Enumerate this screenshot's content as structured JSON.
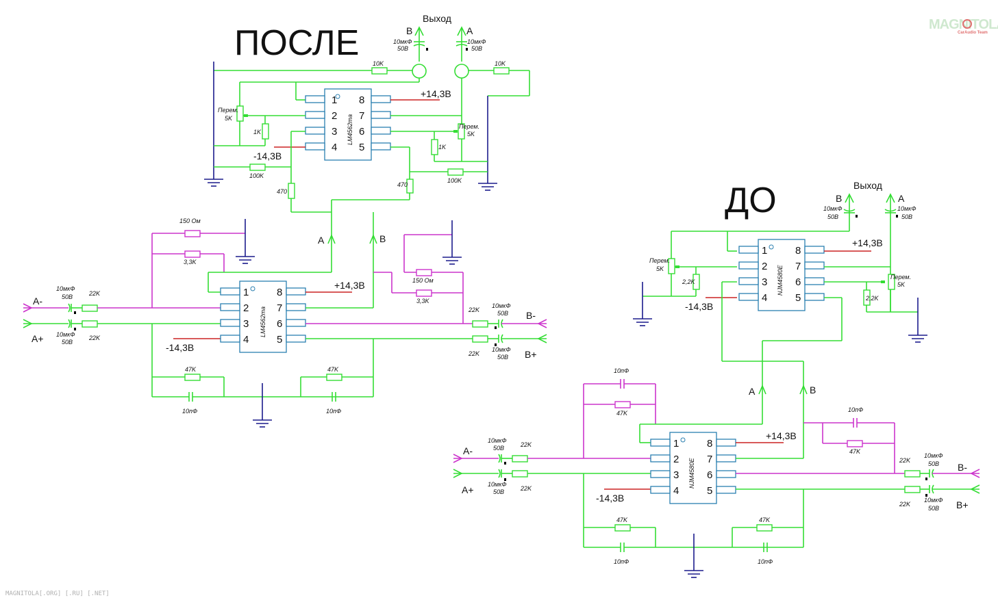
{
  "titles": {
    "after": "ПОСЛЕ",
    "before": "ДО"
  },
  "watermark": {
    "logo": "MAGNITOLA",
    "tagline": "CarAudio Team",
    "footer": "MAGNITOLA[.ORG] [.RU] [.NET]"
  },
  "after": {
    "output_label": "Выход",
    "chip_top": "LM4562ma",
    "chip_bottom": "LM4562ma",
    "out_b": "B",
    "out_a": "A",
    "out_cap_b": [
      "10мкФ",
      "50В"
    ],
    "out_cap_a": [
      "10мкФ",
      "50В"
    ],
    "r_10k_left": "10K",
    "r_10k_right": "10K",
    "pot_left": [
      "Перем.",
      "5K"
    ],
    "pot_right": [
      "Перем.",
      "5K"
    ],
    "r_1k_left": "1K",
    "r_1k_right": "1K",
    "r_100k_left": "100K",
    "r_100k_right": "100K",
    "r_470_left": "470",
    "r_470_right": "470",
    "vplus_top": "+14,3В",
    "vminus_top": "-14,3В",
    "bus_a": "A",
    "bus_b": "B",
    "r_150_left": "150 Ом",
    "r_33k_left": "3,3K",
    "r_150_right": "150 Ом",
    "r_33k_right": "3,3K",
    "in_a_minus": "A-",
    "in_a_plus": "A+",
    "in_cap_1": [
      "10мкФ",
      "50В"
    ],
    "in_cap_2": [
      "10мкФ",
      "50В"
    ],
    "r_22k_in1": "22K",
    "r_22k_in2": "22K",
    "vplus_bot": "+14,3В",
    "vminus_bot": "-14,3В",
    "r_22k_out1": "22K",
    "r_22k_out2": "22K",
    "out_cap_1": [
      "10мкФ",
      "50В"
    ],
    "out_cap_2": [
      "10мкФ",
      "50В"
    ],
    "out_b_minus": "B-",
    "out_b_plus": "B+",
    "r_47k_left": "47K",
    "r_47k_right": "47K",
    "c_10p_left": "10пФ",
    "c_10p_right": "10пФ"
  },
  "before": {
    "output_label": "Выход",
    "chip_top": "NJM4580E",
    "chip_bottom": "NJM4580E",
    "out_b": "B",
    "out_a": "A",
    "out_cap_b": [
      "10мкФ",
      "50В"
    ],
    "out_cap_a": [
      "10мкФ",
      "50В"
    ],
    "pot_left": [
      "Перем.",
      "5K"
    ],
    "pot_right": [
      "Перем.",
      "5K"
    ],
    "r_22_left": "2,2K",
    "r_22_right": "2,2K",
    "vplus_top": "+14,3В",
    "vminus_top": "-14,3В",
    "bus_a": "A",
    "bus_b": "B",
    "c_10p_top_left": "10пФ",
    "r_47k_top_left": "47K",
    "c_10p_top_right": "10пФ",
    "r_47k_top_right": "47K",
    "in_a_minus": "A-",
    "in_a_plus": "A+",
    "in_cap_1": [
      "10мкФ",
      "50В"
    ],
    "in_cap_2": [
      "10мкФ",
      "50В"
    ],
    "r_22k_in1": "22K",
    "r_22k_in2": "22K",
    "vplus_bot": "+14,3В",
    "vminus_bot": "-14,3В",
    "r_22k_out1": "22K",
    "r_22k_out2": "22K",
    "out_cap_1": [
      "10мкФ",
      "50В"
    ],
    "out_cap_2": [
      "10мкФ",
      "50В"
    ],
    "out_b_minus": "B-",
    "out_b_plus": "B+",
    "r_47k_left": "47K",
    "r_47k_right": "47K",
    "c_10p_left": "10пФ",
    "c_10p_right": "10пФ"
  },
  "pins": {
    "left": [
      "1",
      "2",
      "3",
      "4"
    ],
    "right": [
      "8",
      "7",
      "6",
      "5"
    ]
  }
}
